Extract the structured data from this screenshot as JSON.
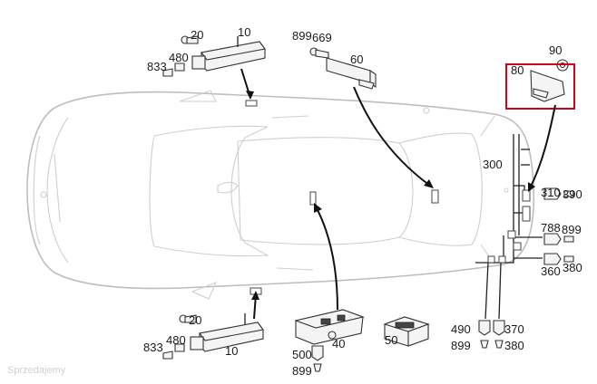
{
  "labels": {
    "top_left_10": "10",
    "top_left_20": "20",
    "top_left_480": "480",
    "top_left_833": "833",
    "top_899": "899",
    "top_669": "669",
    "top_60": "60",
    "top_right_90": "90",
    "top_right_80": "80",
    "right_300": "300",
    "right_310": "310",
    "right_390": "390",
    "right_788": "788",
    "right_899": "899",
    "right_360": "360",
    "right_380": "380",
    "bottom_left_20": "20",
    "bottom_left_480": "480",
    "bottom_left_833": "833",
    "bottom_left_10": "10",
    "bottom_40": "40",
    "bottom_500": "500",
    "bottom_899": "899",
    "bottom_50": "50",
    "bottom_right_490": "490",
    "bottom_right_370": "370",
    "bottom_right_899": "899",
    "bottom_right_380": "380"
  },
  "watermark": "Sprzedajemy",
  "highlight_color": "#d0021b",
  "line_color": "#222222",
  "car_outline_color": "#bdbdbd"
}
